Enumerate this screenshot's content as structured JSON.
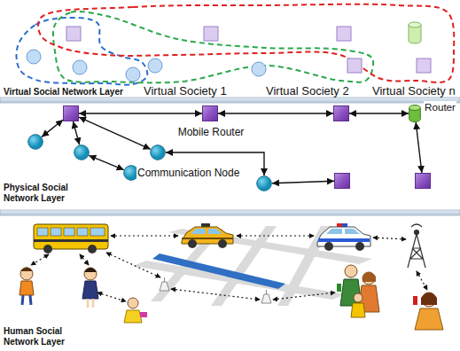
{
  "diagram": {
    "nodes": [
      {
        "text": [
          "Virtual Social Network Layer"
        ]
      },
      {
        "text": [
          "Physical Social Network Layer"
        ]
      },
      {
        "text": [
          "Human Social Network Layer"
        ]
      },
      {
        "text": [],
        "in": 1
      },
      {
        "text": [
          "Mobile Router"
        ],
        "in": 1
      },
      {
        "text": [],
        "in": 1
      },
      {
        "text": [
          "Router"
        ],
        "in": 1
      },
      {
        "text": [],
        "in": 1
      },
      {
        "text": [],
        "in": 1
      },
      {
        "text": [],
        "in": 1
      },
      {
        "text": [
          "Communication Node"
        ],
        "in": 1
      },
      {
        "text": [],
        "in": 1
      },
      {
        "text": [],
        "in": 1
      },
      {
        "text": [],
        "in": 1
      }
    ],
    "edges": [
      {
        "from": 3,
        "to": 4,
        "arrow": "both"
      },
      {
        "from": 4,
        "to": 5,
        "arrow": "both"
      },
      {
        "from": 5,
        "to": 6,
        "arrow": "both"
      },
      {
        "from": 3,
        "to": 7,
        "arrow": "both"
      },
      {
        "from": 3,
        "to": 8,
        "arrow": "both"
      },
      {
        "from": 3,
        "to": 9,
        "arrow": "both"
      },
      {
        "from": 8,
        "to": 10,
        "arrow": "both"
      },
      {
        "from": 9,
        "to": 11,
        "arrow": "both"
      },
      {
        "from": 11,
        "to": 12,
        "arrow": "both"
      },
      {
        "from": 6,
        "to": 13,
        "arrow": "both"
      }
    ],
    "labels": [
      "Virtual Society 1",
      "Virtual Society 2",
      "Virtual Society n"
    ]
  }
}
